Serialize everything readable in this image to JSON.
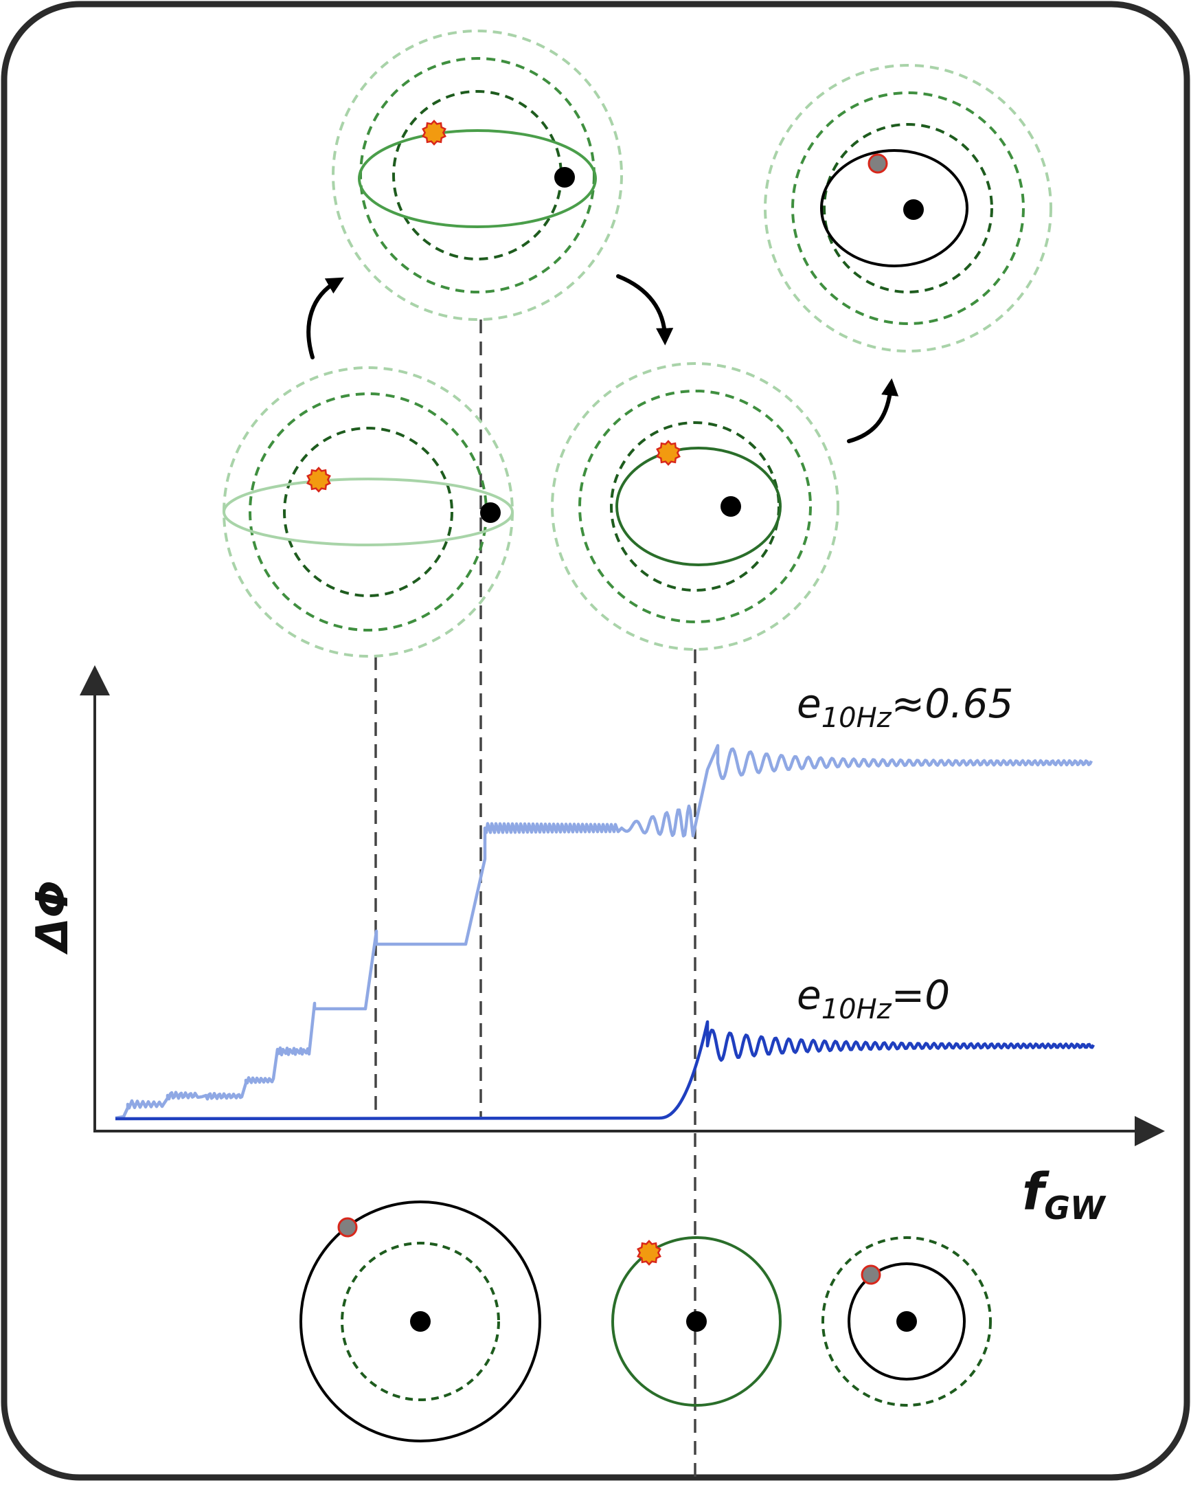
{
  "diagram": {
    "y_axis_label": "ΔΦ",
    "x_axis_label_main": "f",
    "x_axis_label_sub": "GW",
    "curve_eccentric_label_main": "e",
    "curve_eccentric_label_sub": "10Hz",
    "curve_eccentric_label_value": "≈0.65",
    "curve_circular_label_main": "e",
    "curve_circular_label_sub": "10Hz",
    "curve_circular_label_value": "=0"
  },
  "colors": {
    "frame": "#2b2b2b",
    "eccentric_curve": "#8fa8e4",
    "circular_curve": "#1f3fbf",
    "ring_dark": "#1e5c1e",
    "ring_mid": "#3f8f3f",
    "ring_light": "#a9d3a9",
    "orbit_dark_green": "#2a6e2a",
    "orbit_green": "#4a9e4a",
    "orbit_light_green": "#a8d4a8",
    "star_fill": "#f29a10",
    "star_stroke": "#d8271b",
    "neutron_star_fill": "#808080",
    "neutron_star_stroke": "#d8271b",
    "guide_line": "#444444"
  },
  "icons": {
    "orange_star": "star-burst-icon",
    "grey_star": "grey-dot-icon",
    "black_hole": "black-dot-icon",
    "arrow": "curved-arrow-icon"
  }
}
